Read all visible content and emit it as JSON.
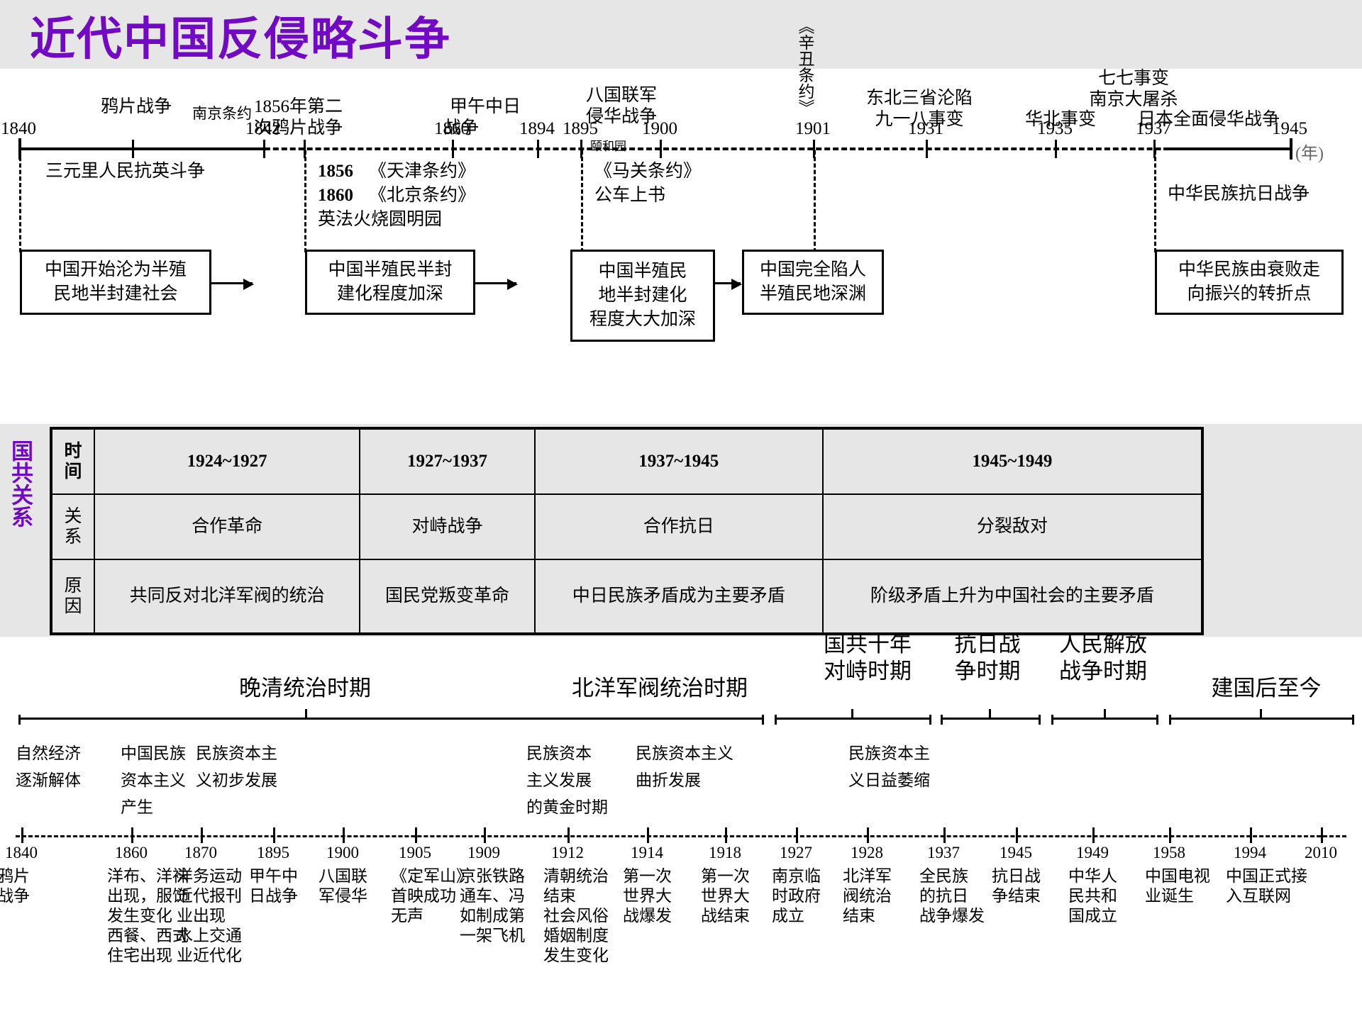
{
  "title": "近代中国反侵略斗争",
  "colors": {
    "title": "#7209c4",
    "band": "#e6e6e6",
    "table_fill": "#e6e6e6",
    "line": "#000000"
  },
  "top_timeline": {
    "unit_label": "(年)",
    "events": [
      {
        "year": "1840",
        "label": "鸦片战争"
      },
      {
        "year": "1842",
        "label": "南京条约"
      },
      {
        "year": "",
        "label": "1856年第二次鸦片战争"
      },
      {
        "year": "1860",
        "label": ""
      },
      {
        "year": "1894",
        "label": "甲午中日战争"
      },
      {
        "year": "1895",
        "label": ""
      },
      {
        "year": "1900",
        "label": "八国联军侵华战争"
      },
      {
        "year": "1901",
        "label": "《辛丑条约》"
      },
      {
        "year": "1931",
        "label": "东北三省沦陷 九一八事变"
      },
      {
        "year": "1935",
        "label": "华北事变"
      },
      {
        "year": "1937",
        "label": "七七事变 南京大屠杀 日本全面侵华战争"
      },
      {
        "year": "1945",
        "label": ""
      }
    ],
    "label_opium": "鸦片战争",
    "label_nanjing_treaty": "南京条约",
    "label_second_opium_1": "1856年第二",
    "label_second_opium_2": "次鸦片战争",
    "label_jiawu_1": "甲午中日",
    "label_jiawu_2": "战争",
    "label_eight_nations_1": "八国联军",
    "label_eight_nations_2": "侵华战争",
    "label_xinchou": "《辛丑条约》",
    "label_yiheyuan": "颐和园",
    "label_northeast": "东北三省沦陷",
    "label_918": "九一八事变",
    "label_huabei": "华北事变",
    "label_77": "七七事变",
    "label_nanjing_massacre": "南京大屠杀",
    "label_full_invasion": "日本全面侵华战争",
    "years": {
      "y1840": "1840",
      "y1842": "1842",
      "y1860": "1860",
      "y1894": "1894",
      "y1895": "1895",
      "y1900": "1900",
      "y1901": "1901",
      "y1931": "1931",
      "y1935": "1935",
      "y1937": "1937",
      "y1945": "1945"
    },
    "notes": {
      "sanyuanli": "三元里人民抗英斗争",
      "t1856_year": "1856",
      "t1856_name": "《天津条约》",
      "t1860_year": "1860",
      "t1860_name": "《北京条约》",
      "yuanmingyuan": "英法火烧圆明园",
      "maguan": "《马关条约》",
      "gongche": "公车上书",
      "kangri": "中华民族抗日战争"
    },
    "boxes": [
      {
        "line1": "中国开始沦为半殖",
        "line2": "民地半封建社会"
      },
      {
        "line1": "中国半殖民半封",
        "line2": "建化程度加深"
      },
      {
        "line1": "中国半殖民",
        "line2": "地半封建化",
        "line3": "程度大大加深"
      },
      {
        "line1": "中国完全陷人",
        "line2": "半殖民地深渊"
      },
      {
        "line1": "中华民族由衰败走",
        "line2": "向振兴的转折点"
      }
    ]
  },
  "gx_table": {
    "side_label": "国共关系",
    "row_headers": [
      "时间",
      "关系",
      "原因"
    ],
    "columns": [
      {
        "time": "1924~1927",
        "relation": "合作革命",
        "reason": "共同反对北洋军阀的统治"
      },
      {
        "time": "1927~1937",
        "relation": "对峙战争",
        "reason": "国民党叛变革命"
      },
      {
        "time": "1937~1945",
        "relation": "合作抗日",
        "reason": "中日民族矛盾成为主要矛盾"
      },
      {
        "time": "1945~1949",
        "relation": "分裂敌对",
        "reason": "阶级矛盾上升为中国社会的主要矛盾"
      }
    ]
  },
  "bottom": {
    "eras": [
      {
        "label": "晚清统治时期"
      },
      {
        "label": "北洋军阀统治时期"
      },
      {
        "label": "国共十年对峙时期"
      },
      {
        "label": "抗日战争时期"
      },
      {
        "label": "人民解放战争时期"
      },
      {
        "label": "建国后至今"
      }
    ],
    "era_lines": {
      "e1": "晚清统治时期",
      "e2": "北洋军阀统治时期",
      "e3a": "国共十年",
      "e3b": "对峙时期",
      "e4a": "抗日战",
      "e4b": "争时期",
      "e5a": "人民解放",
      "e5b": "战争时期",
      "e6": "建国后至今"
    },
    "econ_notes": [
      {
        "text": "自然经济\n逐渐解体"
      },
      {
        "text": "中国民族\n资本主义\n产生"
      },
      {
        "text": "民族资本主\n义初步发展"
      },
      {
        "text": "民族资本\n主义发展\n的黄金时期"
      },
      {
        "text": "民族资本主义\n曲折发展"
      },
      {
        "text": "民族资本主\n义日益萎缩"
      }
    ],
    "econ": {
      "n1a": "自然经济",
      "n1b": "逐渐解体",
      "n2a": "中国民族",
      "n2b": "资本主义",
      "n2c": "产生",
      "n3a": "民族资本主",
      "n3b": "义初步发展",
      "n4a": "民族资本",
      "n4b": "主义发展",
      "n4c": "的黄金时期",
      "n5a": "民族资本主义",
      "n5b": "曲折发展",
      "n6a": "民族资本主",
      "n6b": "义日益萎缩"
    },
    "years": [
      "1840",
      "1860",
      "1870",
      "1895",
      "1900",
      "1905",
      "1909",
      "1912",
      "1914",
      "1918",
      "1927",
      "1928",
      "1937",
      "1945",
      "1949",
      "1958",
      "1994",
      "2010"
    ],
    "events": [
      "鸦片\n战争",
      "洋布、洋袜\n出现，服饰\n发生变化\n西餐、西式\n住宅出现",
      "洋务运动\n近代报刊\n业出现\n水上交通\n业近代化",
      "甲午中\n日战争",
      "八国联\n军侵华",
      "《定军山》\n首映成功\n无声",
      "京张铁路\n通车、冯\n如制成第\n一架飞机",
      "清朝统治\n结束\n社会风俗\n婚姻制度\n发生变化",
      "第一次\n世界大\n战爆发",
      "第一次\n世界大\n战结束",
      "南京临\n时政府\n成立",
      "北洋军\n阀统治\n结束",
      "全民族\n的抗日\n战争爆发",
      "抗日战\n争结束",
      "中华人\n民共和\n国成立",
      "中国电视\n业诞生",
      "中国正式接\n入互联网",
      ""
    ]
  }
}
